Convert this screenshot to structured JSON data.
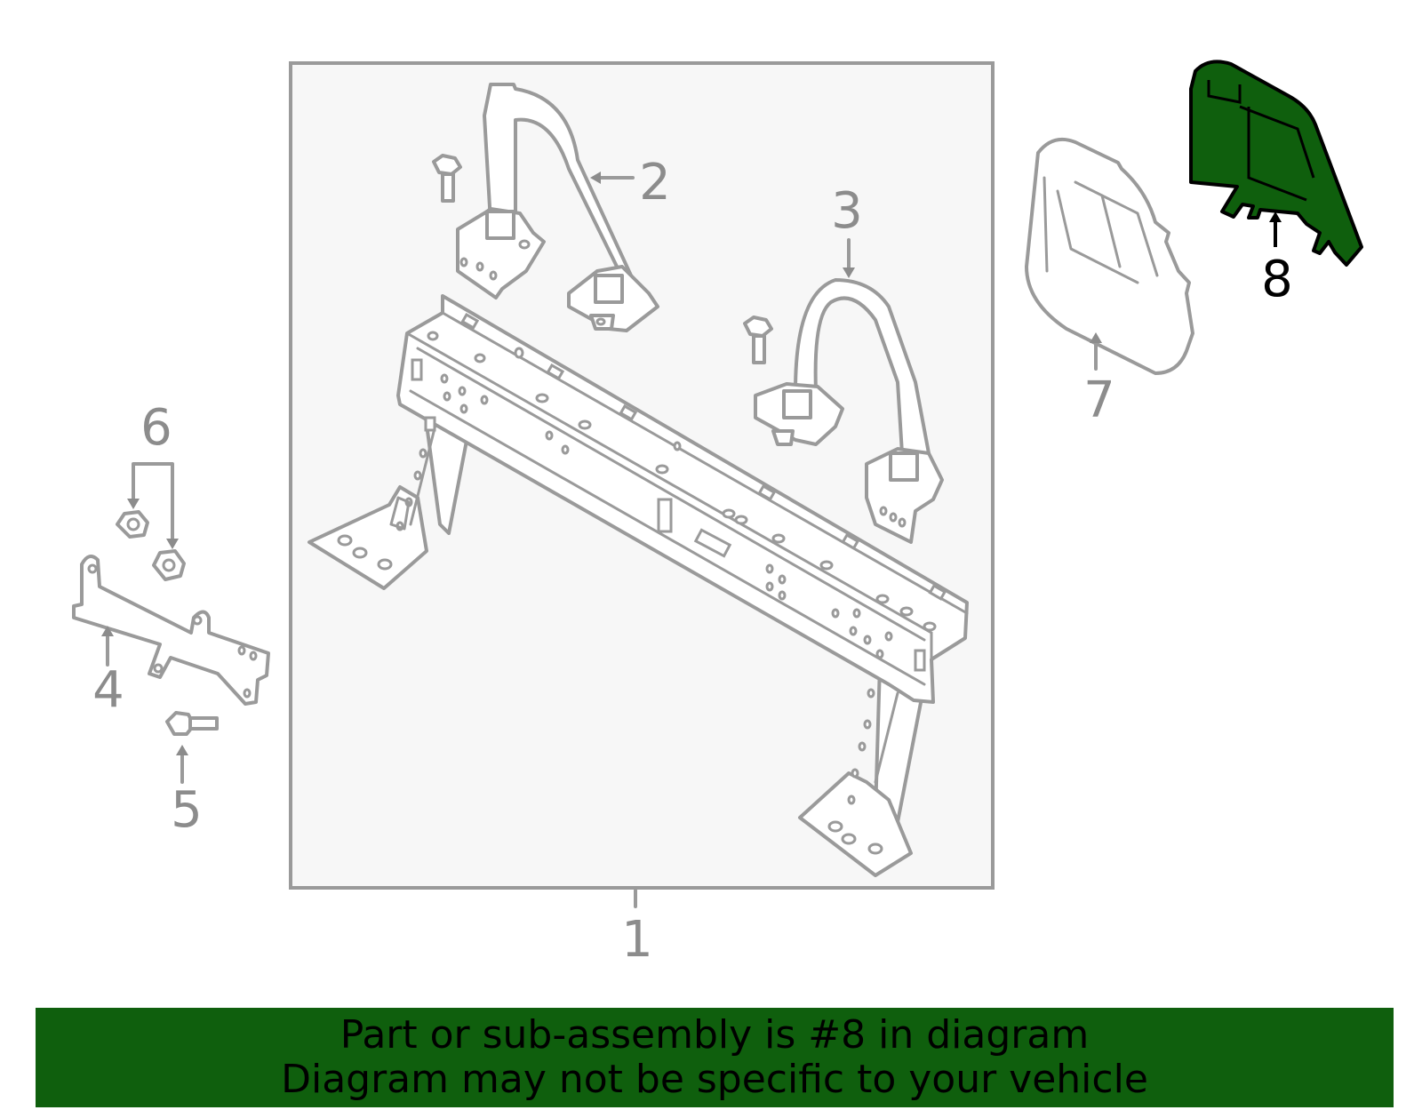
{
  "diagram": {
    "callouts": {
      "c1": "1",
      "c2": "2",
      "c3": "3",
      "c4": "4",
      "c5": "5",
      "c6": "6",
      "c7": "7",
      "c8": "8"
    },
    "highlighted_part": "8",
    "highlight_color": "#0f5f0d",
    "line_color": "#9a9a9a",
    "box_fill": "#f7f7f7"
  },
  "banner": {
    "line1": "Part or sub-assembly is #8 in diagram",
    "line2": "Diagram may not be specific to your vehicle",
    "background": "#0f5f0d"
  }
}
